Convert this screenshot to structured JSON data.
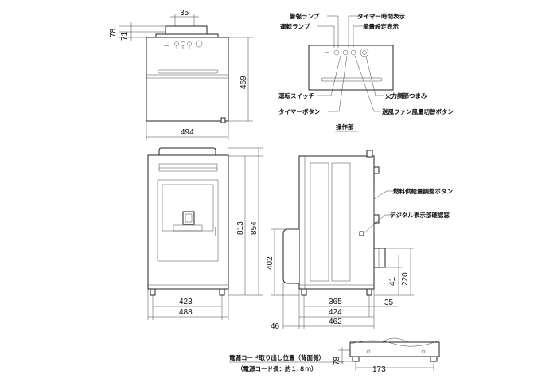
{
  "dimensions": {
    "top_width": "494",
    "top_height": "469",
    "top_78": "78",
    "top_71": "71",
    "top_35": "35",
    "front_423": "423",
    "front_488": "488",
    "front_813": "813",
    "front_854": "854",
    "side_402": "402",
    "side_46": "46",
    "side_365": "365",
    "side_424": "424",
    "side_462": "462",
    "side_35": "35",
    "side_41": "41",
    "side_220": "220",
    "bottom_78": "78",
    "bottom_173": "173"
  },
  "labels": {
    "warning_lamp": "警報ランプ",
    "run_lamp": "運転ランプ",
    "timer_display": "タイマー時間表示",
    "fan_display": "風量設定表示",
    "fire_knob": "火力調節つまみ",
    "run_switch": "運転スイッチ",
    "timer_button": "タイマーボタン",
    "fan_button": "送風ファン風量切替ボタン",
    "control_panel": "操作部",
    "fuel_button": "燃料供給量調整ボタン",
    "digital_window": "デジタル表示部確認窓",
    "cord_title": "電源コード取り出し位置（背面側）",
    "cord_length": "（電源コード長：約１.８ｍ）"
  }
}
